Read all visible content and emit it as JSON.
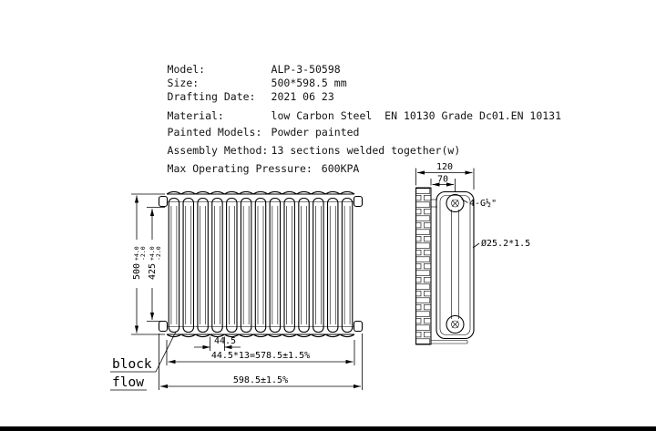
{
  "specs": {
    "rows": [
      {
        "label": "Model:",
        "value": "ALP-3-50598"
      },
      {
        "label": "Size:",
        "value": "500*598.5 mm"
      },
      {
        "label": "Drafting Date:",
        "value": "2021 06 23"
      },
      {
        "label": "Material:",
        "value": "low Carbon Steel  EN 10130 Grade Dc01.EN 10131"
      },
      {
        "label": "Painted Models:",
        "value": "Powder painted"
      },
      {
        "label": "Assembly Method:",
        "value": "13 sections welded together(w)"
      },
      {
        "label": "Max Operating Pressure:",
        "value": "600KPA"
      }
    ]
  },
  "front_view": {
    "sections": 13,
    "dim_height": "500",
    "dim_height_tol_plus": "+4.0",
    "dim_height_tol_minus": "-2.0",
    "dim_pitch_height": "425",
    "dim_pitch_tol_plus": "+4.0",
    "dim_pitch_tol_minus": "-2.0",
    "dim_section_pitch": "44.5",
    "dim_sections_total": "44.5*13=578.5±1.5%",
    "dim_overall_width": "598.5±1.5%",
    "note_line1": "block",
    "note_line2": "flow"
  },
  "side_view": {
    "dim_depth": "120",
    "dim_wall_to_center": "70",
    "label_thread": "4-G½\"",
    "label_tube": "Ø25.2*1.5"
  },
  "colors": {
    "line": "#000000",
    "background": "#ffffff"
  }
}
